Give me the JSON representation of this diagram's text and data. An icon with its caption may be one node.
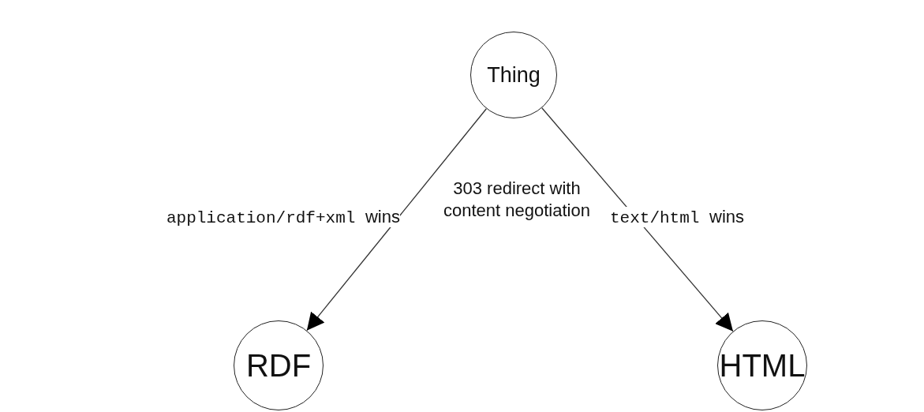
{
  "diagram": {
    "nodes": [
      {
        "text": [
          "Thing"
        ]
      },
      {
        "text": [
          "RDF"
        ]
      },
      {
        "text": [
          "HTML"
        ]
      }
    ],
    "edges": [
      {
        "from": 0,
        "to": 1,
        "arrow": "to",
        "label": "application/rdf+xml wins"
      },
      {
        "from": 0,
        "to": 2,
        "arrow": "to",
        "label": "text/html wins"
      }
    ],
    "labels": [
      "303 redirect with content negotiation"
    ]
  }
}
